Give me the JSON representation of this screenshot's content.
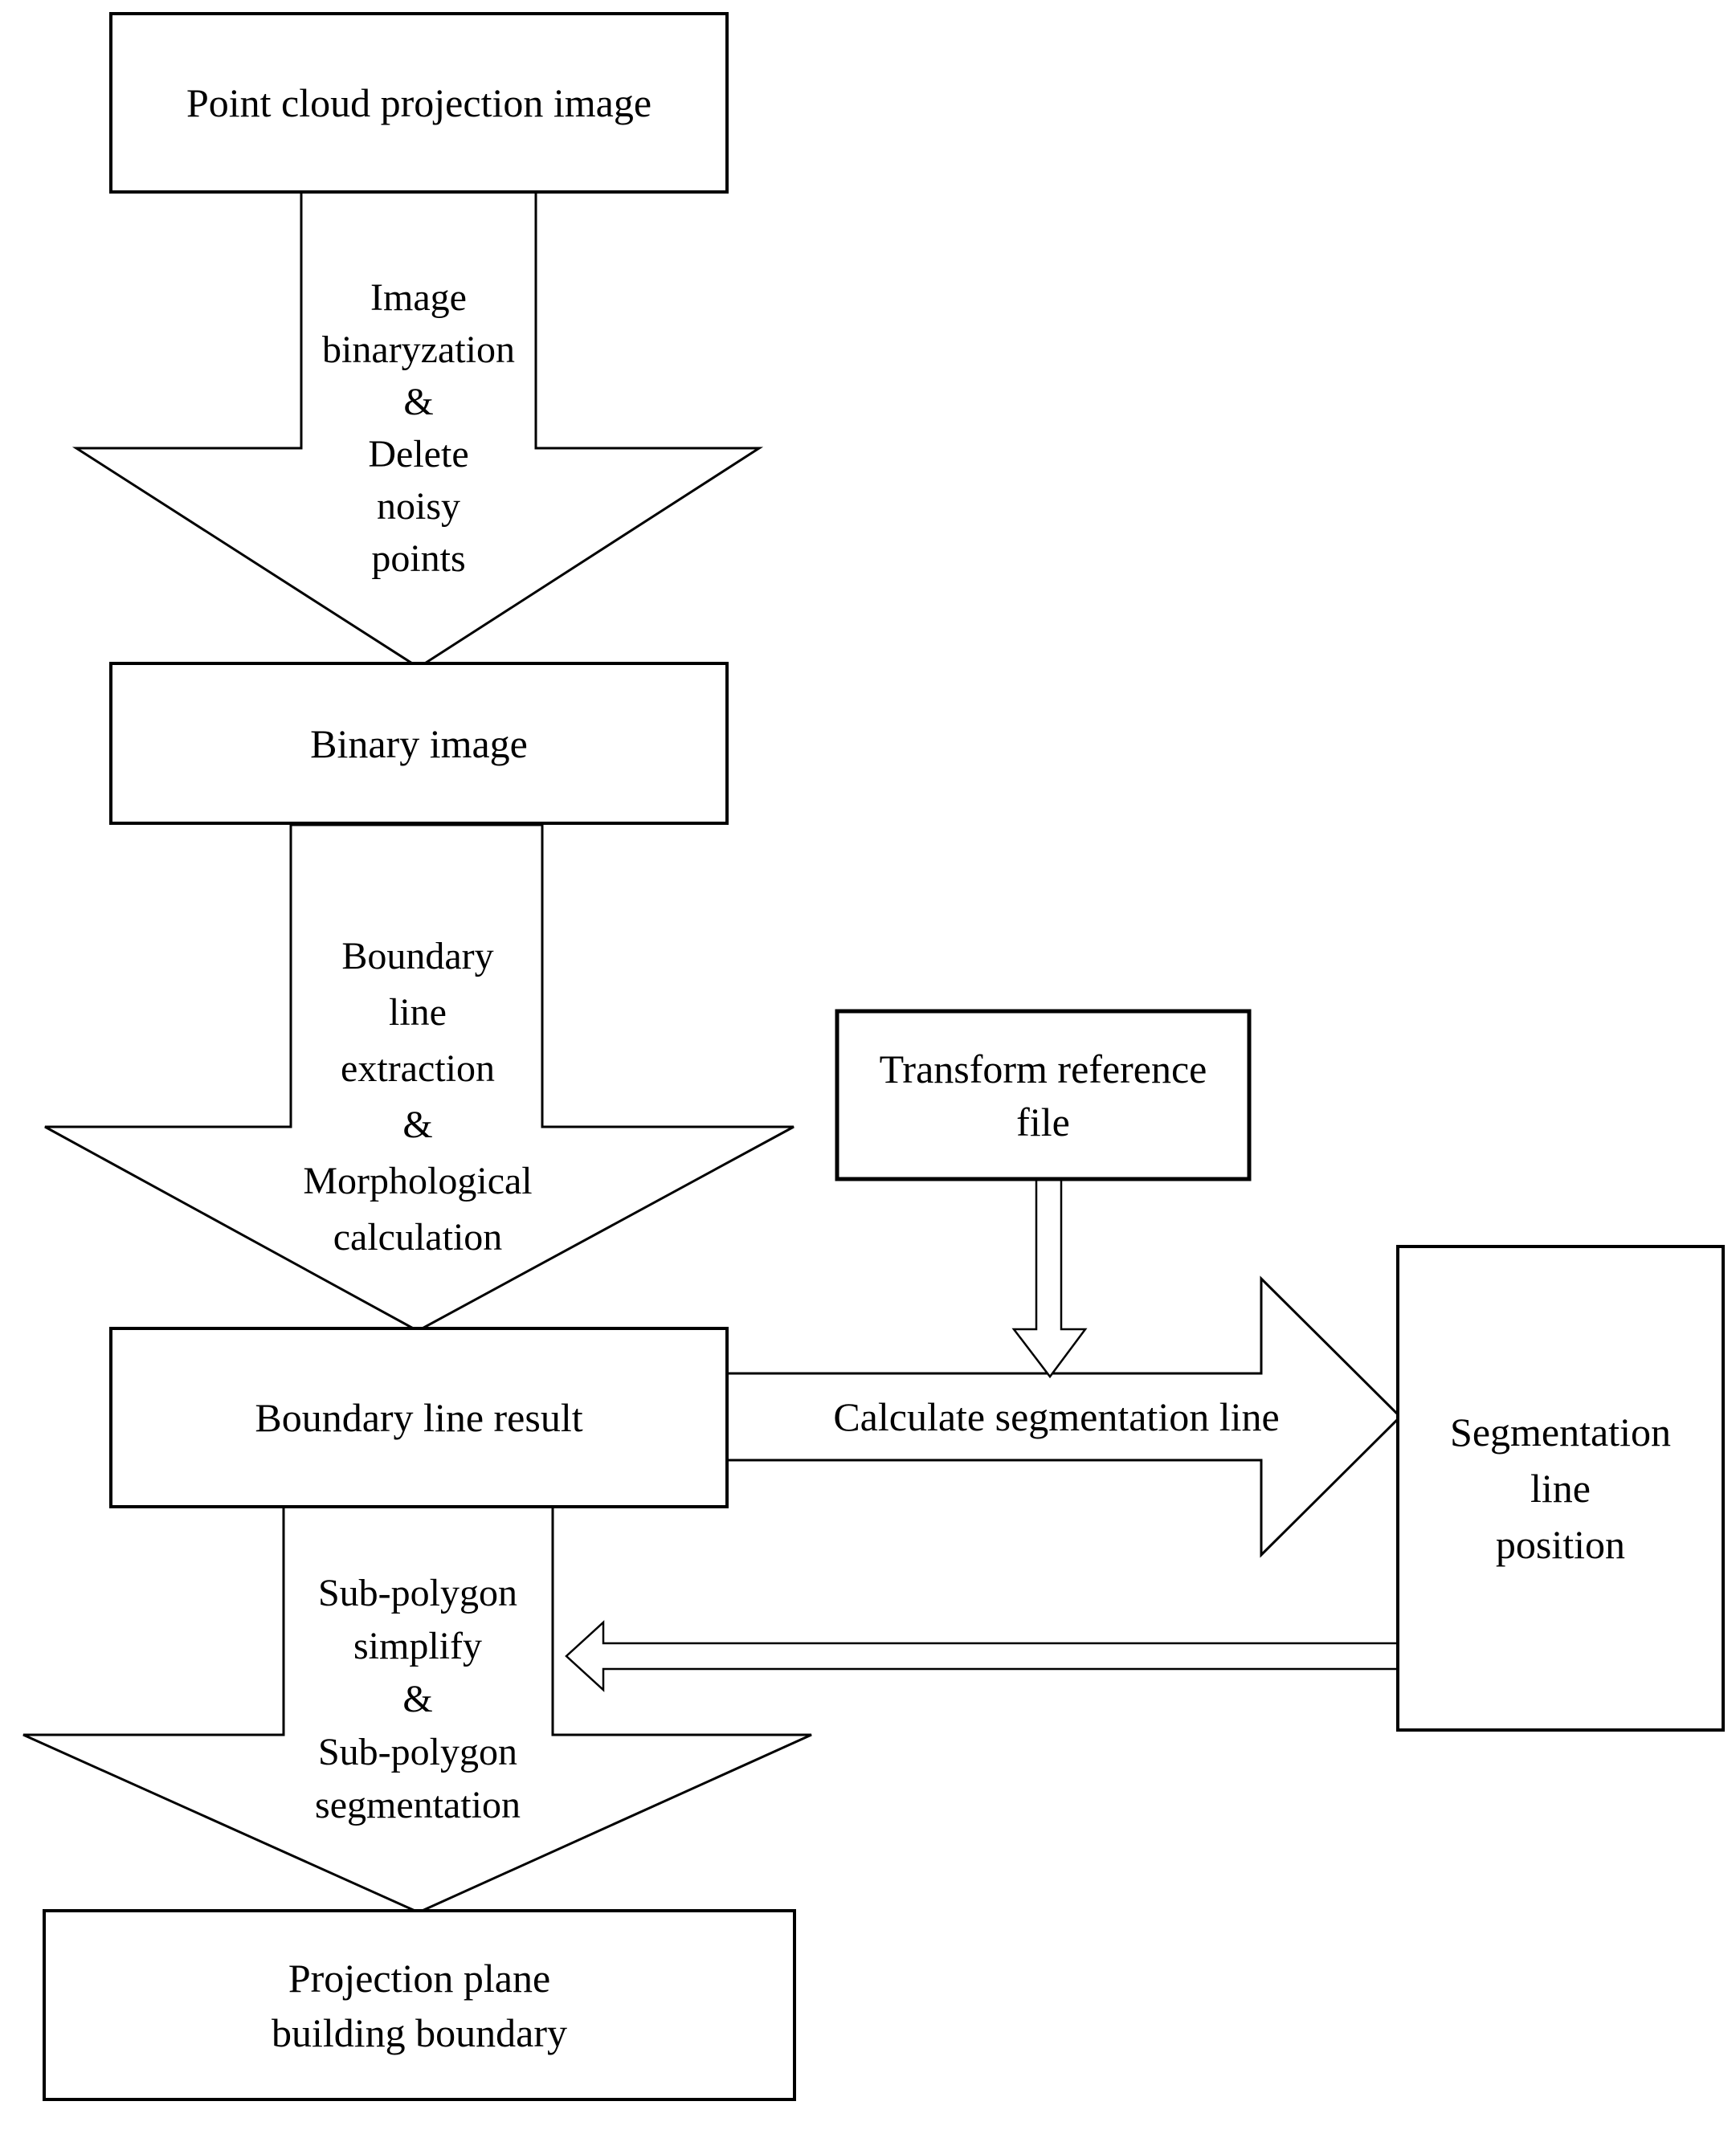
{
  "page": {
    "background": "#ffffff",
    "line_color": "#000000",
    "box_fill": "#ffffff"
  },
  "diagram": {
    "nodes": [
      {
        "id": "point-cloud-projection-image",
        "label": "Point cloud projection image"
      },
      {
        "id": "binary-image",
        "label": "Binary image"
      },
      {
        "id": "boundary-line-result",
        "label": "Boundary line result"
      },
      {
        "id": "transform-reference-file",
        "label": "Transform reference\nfile"
      },
      {
        "id": "segmentation-line-position",
        "label": "Segmentation\nline\nposition"
      },
      {
        "id": "projection-plane-building-boundary",
        "label": "Projection plane\nbuilding boundary"
      }
    ],
    "edge_labels": {
      "binaryzation": "Image\nbinaryzation\n&\nDelete\nnoisy\npoints",
      "boundary_extraction": "Boundary\nline\nextraction\n&\nMorphological\ncalculation",
      "subpolygon": "Sub-polygon\nsimplify\n&\nSub-polygon\nsegmentation",
      "calculate_segmentation": "Calculate segmentation line"
    }
  }
}
